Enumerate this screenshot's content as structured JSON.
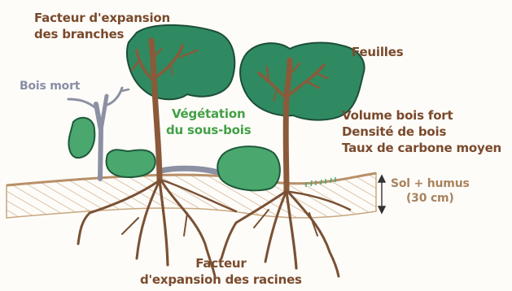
{
  "labels": {
    "branch_factor": [
      "Facteur d'expansion",
      "des branches"
    ],
    "dead_wood": "Bois mort",
    "understory": [
      "Végétation",
      "du sous-bois"
    ],
    "leaves": "Feuilles",
    "wood_stats": [
      "Volume bois fort",
      "Densité de bois",
      "Taux de carbone moyen"
    ],
    "soil": [
      "Sol + humus",
      "(30 cm)"
    ],
    "root_factor": [
      "Facteur",
      "d'expansion des racines"
    ]
  },
  "colors": {
    "canopy": "#2f8a61",
    "understory_fill": "#4aa86e",
    "bark": "#8a5a3a",
    "root": "#7a5134",
    "dead_wood": "#8c90a3",
    "soil_line": "#c9a77f",
    "label_brown": "#7a4a2c",
    "label_green": "#43a047"
  }
}
